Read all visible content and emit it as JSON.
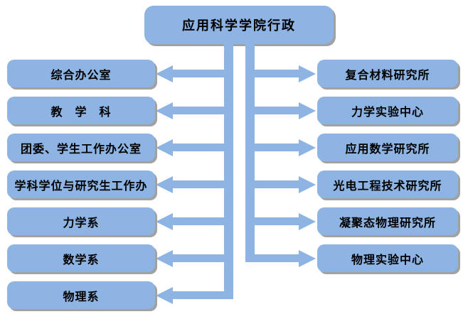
{
  "root": {
    "label": "应用科学学院行政"
  },
  "left_nodes": [
    {
      "label": "综合办公室"
    },
    {
      "label": "教　学　科"
    },
    {
      "label": "团委、学生工作办公室"
    },
    {
      "label": "学科学位与研究生工作办"
    },
    {
      "label": "力学系"
    },
    {
      "label": "数学系"
    },
    {
      "label": "物理系"
    }
  ],
  "right_nodes": [
    {
      "label": "复合材料研究所"
    },
    {
      "label": "力学实验中心"
    },
    {
      "label": "应用数学研究所"
    },
    {
      "label": "光电工程技术研究所"
    },
    {
      "label": "凝聚态物理研究所"
    },
    {
      "label": "物理实验中心"
    }
  ],
  "colors": {
    "node_fill": "#8DB4E2",
    "shadow": "#A1A1A1",
    "text": "#000000",
    "background": "#FFFFFF"
  }
}
